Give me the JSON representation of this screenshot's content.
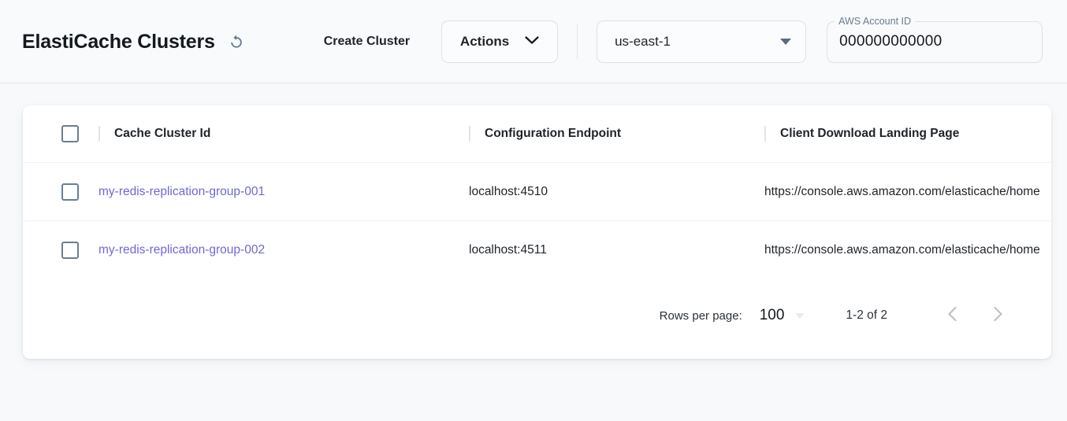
{
  "header": {
    "title": "ElastiCache Clusters",
    "refresh_icon": "refresh-icon",
    "create_cluster_label": "Create Cluster",
    "actions_label": "Actions",
    "actions_icon": "chevron-down-icon",
    "region": {
      "value": "us-east-1",
      "icon": "triangle-down-icon"
    },
    "account": {
      "label": "AWS Account ID",
      "value": "000000000000"
    }
  },
  "table": {
    "select_all_icon": "checkbox-unchecked-icon",
    "columns": [
      {
        "label": "Cache Cluster Id"
      },
      {
        "label": "Configuration Endpoint"
      },
      {
        "label": "Client Download Landing Page"
      }
    ],
    "rows": [
      {
        "checkbox_icon": "checkbox-unchecked-icon",
        "cluster_id": "my-redis-replication-group-001",
        "endpoint": "localhost:4510",
        "landing_page": "https://console.aws.amazon.com/elasticache/home"
      },
      {
        "checkbox_icon": "checkbox-unchecked-icon",
        "cluster_id": "my-redis-replication-group-002",
        "endpoint": "localhost:4511",
        "landing_page": "https://console.aws.amazon.com/elasticache/home"
      }
    ]
  },
  "pagination": {
    "rows_per_page_label": "Rows per page:",
    "rows_per_page_value": "100",
    "rows_per_page_icon": "triangle-down-icon",
    "range_label": "1-2 of 2",
    "prev_icon": "chevron-left-icon",
    "next_icon": "chevron-right-icon"
  },
  "colors": {
    "page_background": "#f7f9fb",
    "link_purple": "#6f67d6",
    "checkbox_border": "#6b7d93",
    "muted_text": "#6b7b91"
  }
}
